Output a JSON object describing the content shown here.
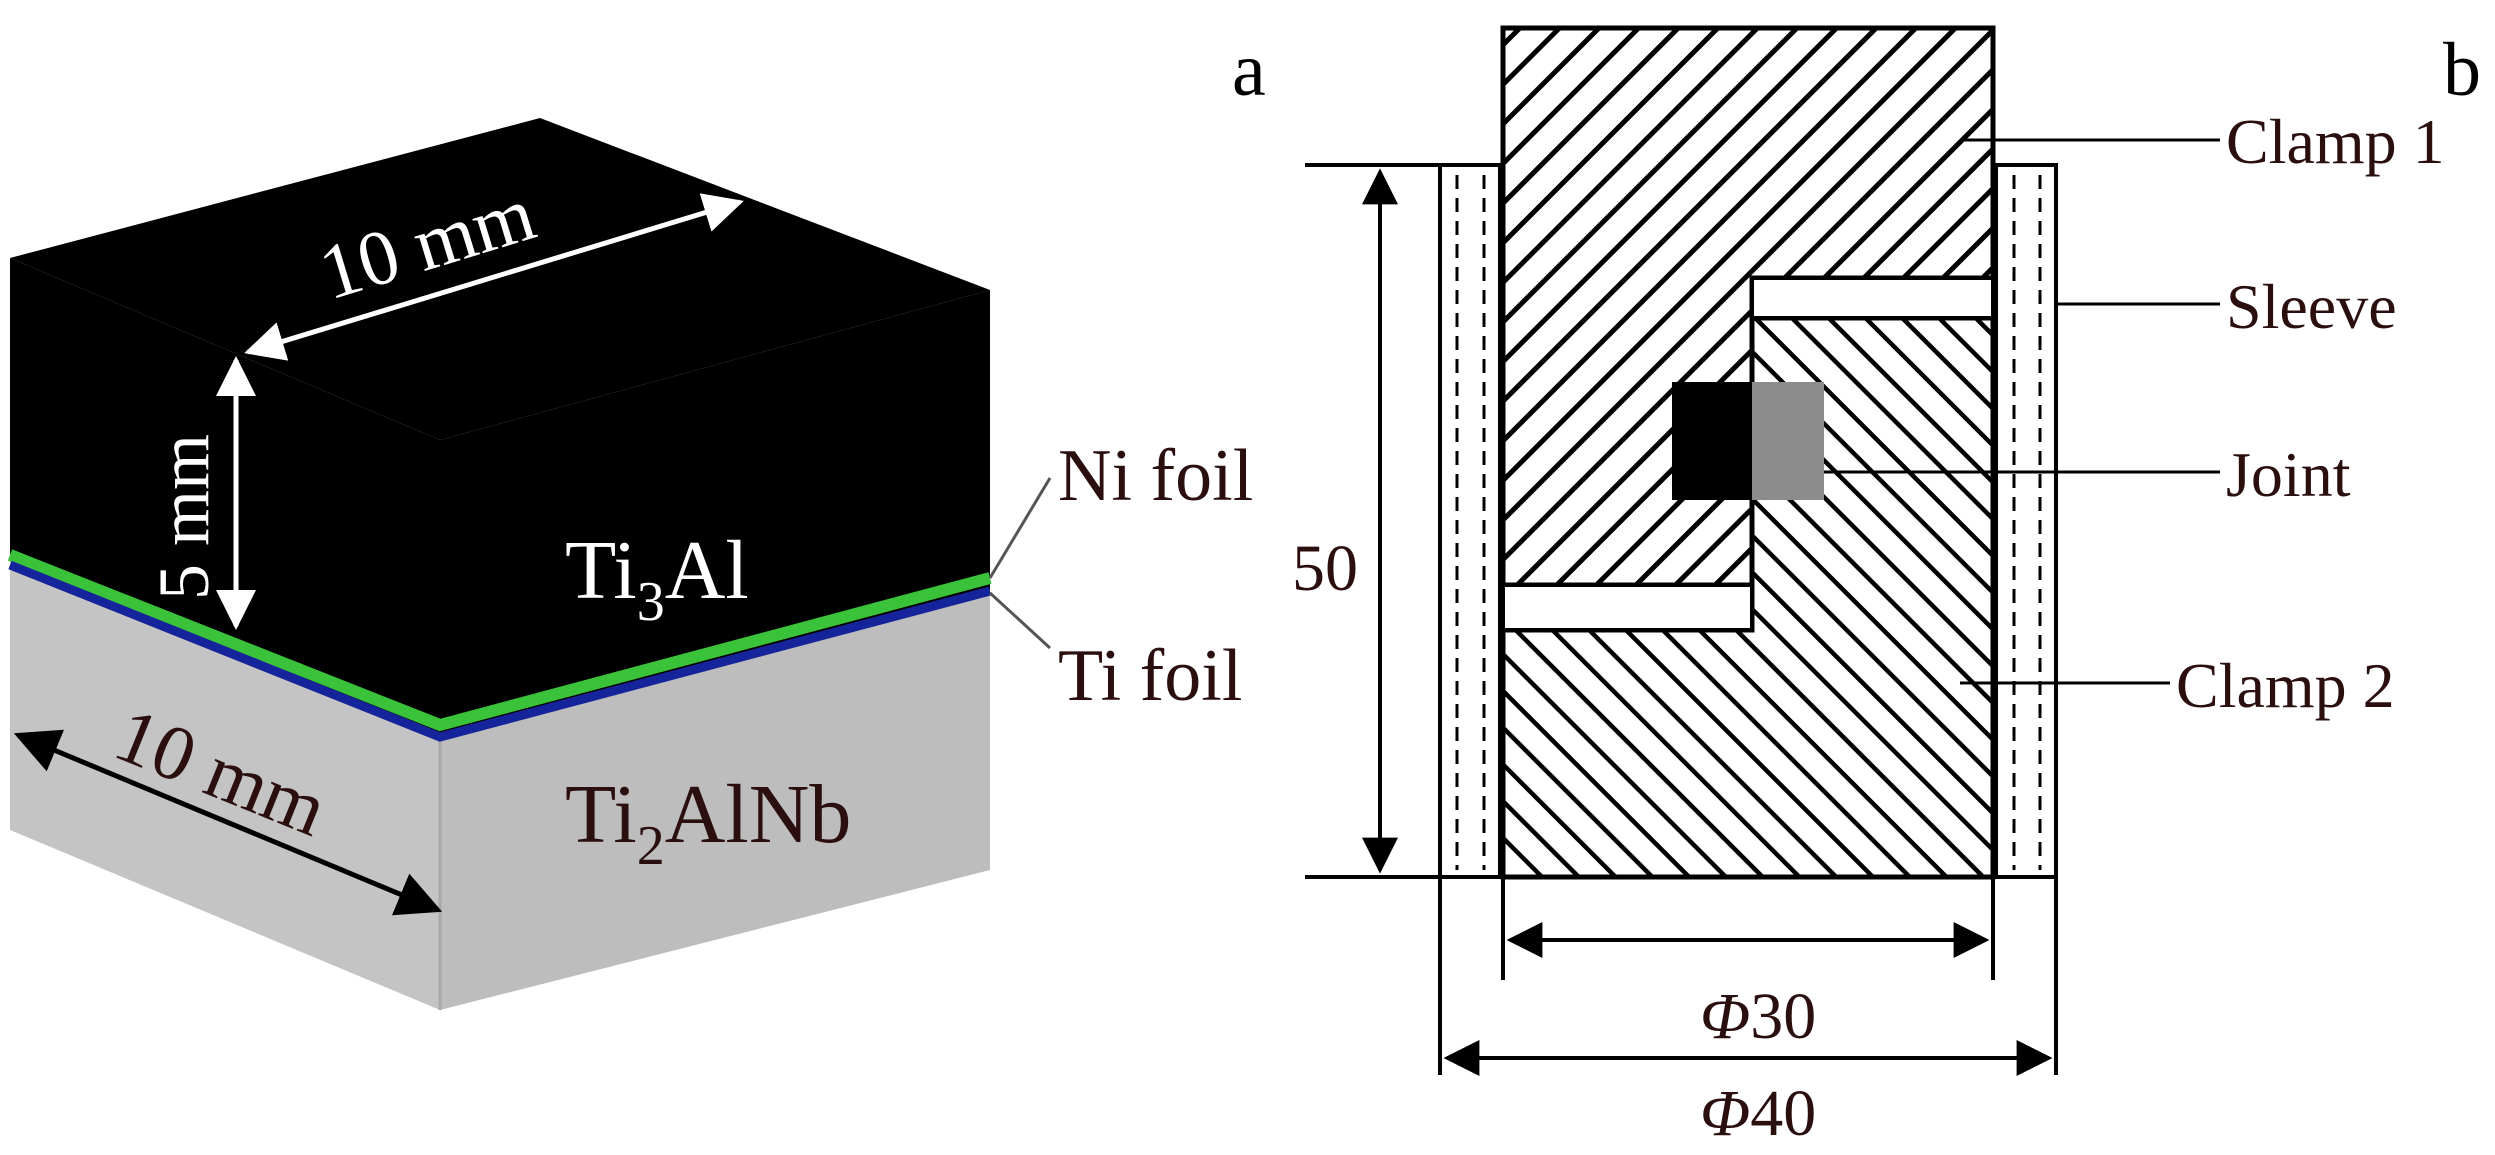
{
  "panel_a": {
    "label": "a",
    "dim_top": "10 mm",
    "dim_height": "5 mm",
    "dim_bottom": "10 mm",
    "upper_material": {
      "base": "Ti",
      "sub": "3",
      "tail": "Al"
    },
    "lower_material": {
      "base": "Ti",
      "sub": "2",
      "tail": "AlNb"
    },
    "foil_ni": "Ni foil",
    "foil_ti": "Ti foil"
  },
  "panel_b": {
    "label": "b",
    "callouts": {
      "clamp1": "Clamp 1",
      "sleeve": "Sleeve",
      "joint": "Joint",
      "clamp2": "Clamp 2"
    },
    "dim_height": "50",
    "dim_inner": {
      "symbol": "Φ",
      "value": "30"
    },
    "dim_outer": {
      "symbol": "Φ",
      "value": "40"
    }
  },
  "colors": {
    "ti3al_block": "#000000",
    "ti2alnb_block": "#c4c4c4",
    "ni_foil": "#39c23a",
    "ti_foil": "#16249b",
    "joint_dark": "#000000",
    "joint_light": "#8c8c8c",
    "label_text": "#2b0f0f"
  }
}
